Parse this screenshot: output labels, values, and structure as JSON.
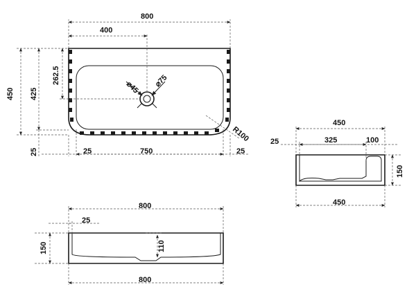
{
  "dimensions": {
    "top_width": "800",
    "top_half_width": "400",
    "left_total_height": "450",
    "left_body_height": "425",
    "drain_offset": "262.5",
    "drain_small_dia": "⌀45",
    "drain_large_dia": "⌀75",
    "corner_radius": "R100",
    "bottom_left_gap": "25",
    "bottom_rim_left": "25",
    "bottom_inner_width": "750",
    "bottom_rim_right": "25",
    "side_total_width": "450",
    "side_wall_left": "25",
    "side_inner_width": "325",
    "side_shelf_width": "100",
    "side_height": "150",
    "side_bottom_width": "450",
    "front_top_width": "800",
    "front_rim": "25",
    "front_height": "150",
    "front_basin_depth": "110",
    "front_bottom_width": "800"
  }
}
